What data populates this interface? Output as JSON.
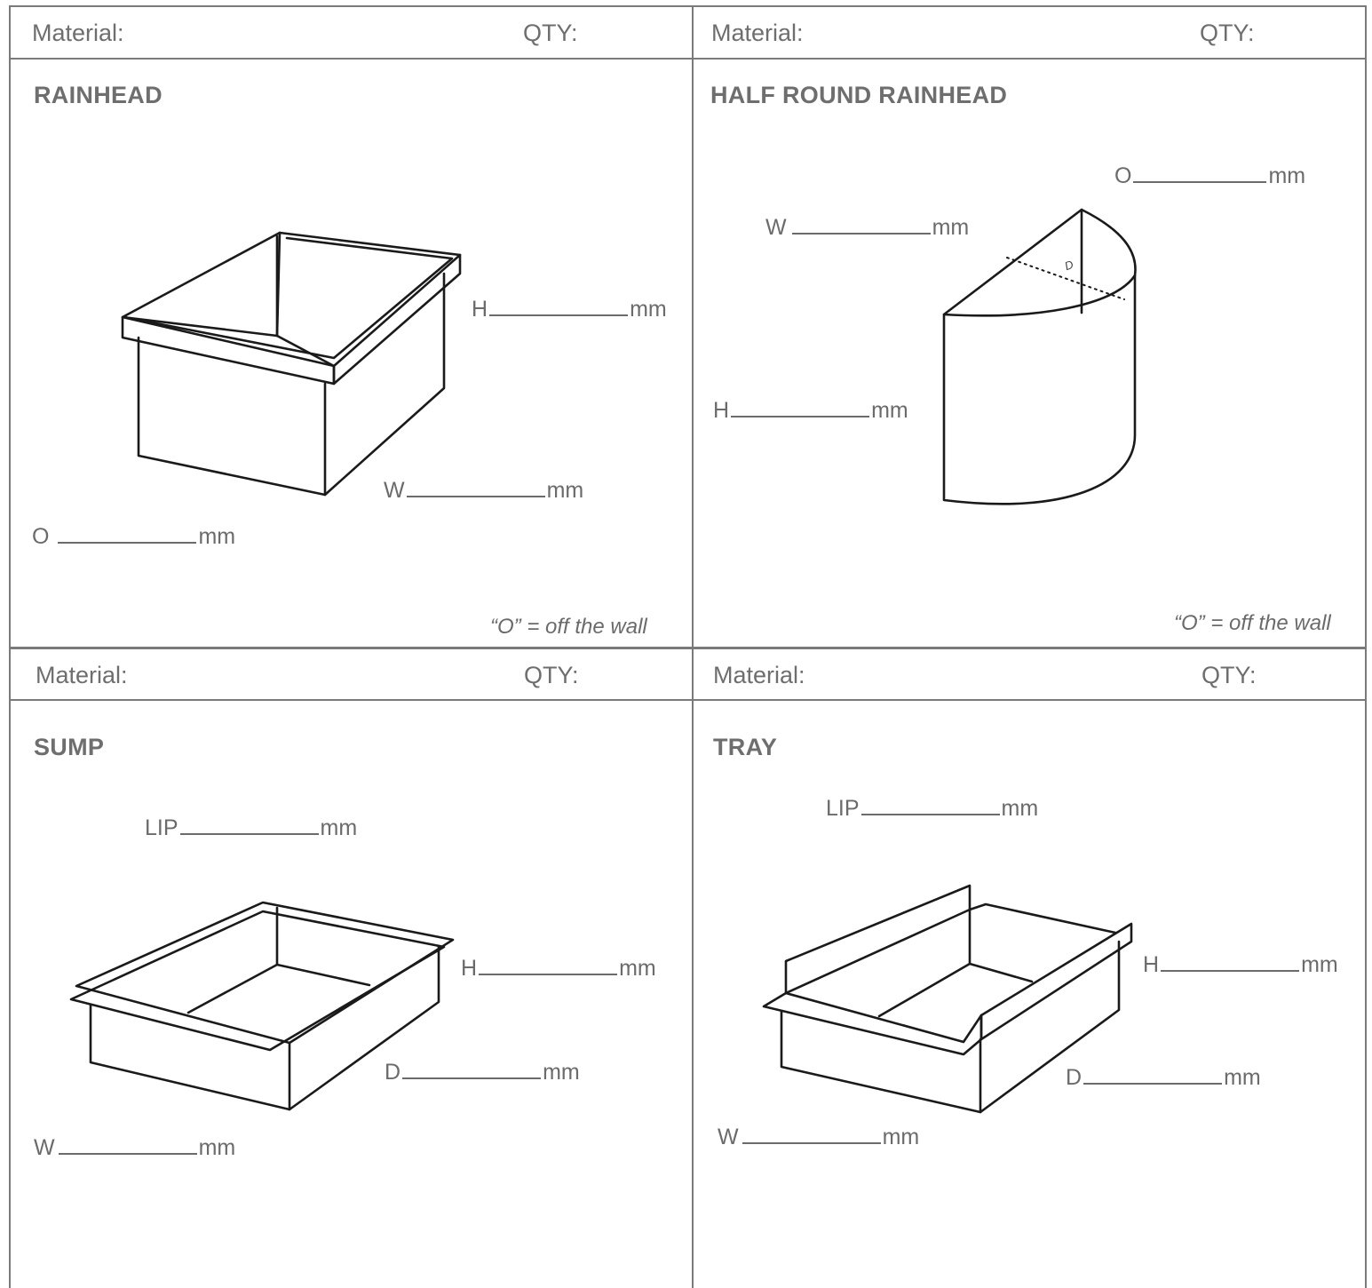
{
  "panels": [
    {
      "material_label": "Material:",
      "qty_label": "QTY:",
      "title": "RAINHEAD",
      "fields": {
        "h": "H",
        "w": "W",
        "o": "O"
      },
      "unit": "mm",
      "note": "“O” = off the wall"
    },
    {
      "material_label": "Material:",
      "qty_label": "QTY:",
      "title": "HALF ROUND RAINHEAD",
      "fields": {
        "o": "O",
        "w": "W",
        "h": "H",
        "d": "D"
      },
      "unit": "mm",
      "note": "“O” = off the wall"
    },
    {
      "material_label": "Material:",
      "qty_label": "QTY:",
      "title": "SUMP",
      "fields": {
        "lip": "LIP",
        "h": "H",
        "d": "D",
        "w": "W"
      },
      "unit": "mm"
    },
    {
      "material_label": "Material:",
      "qty_label": "QTY:",
      "title": "TRAY",
      "fields": {
        "lip": "LIP",
        "h": "H",
        "d": "D",
        "w": "W"
      },
      "unit": "mm"
    }
  ]
}
